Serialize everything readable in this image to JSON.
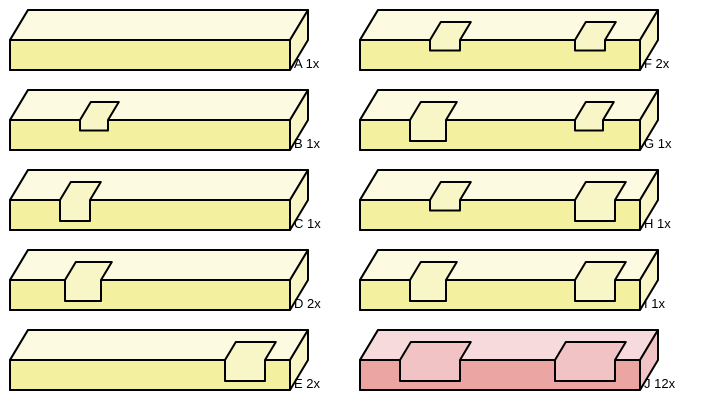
{
  "colors": {
    "yellow": {
      "top": "#fcfae0",
      "front": "#f3f0a0",
      "end": "#f8f6c6"
    },
    "red": {
      "top": "#f7dadc",
      "front": "#eba6a4",
      "end": "#f2c3c5"
    }
  },
  "pieces": [
    {
      "id": "A",
      "label": "A 1x",
      "notch": "none",
      "color": "yellow"
    },
    {
      "id": "B",
      "label": "B 1x",
      "notch": "top-small",
      "color": "yellow"
    },
    {
      "id": "C",
      "label": "C 1x",
      "notch": "top-deep",
      "color": "yellow"
    },
    {
      "id": "D",
      "label": "D 2x",
      "notch": "step-left",
      "color": "yellow"
    },
    {
      "id": "E",
      "label": "E 2x",
      "notch": "step-right",
      "color": "yellow"
    },
    {
      "id": "F",
      "label": "F 2x",
      "notch": "two-small",
      "color": "yellow"
    },
    {
      "id": "G",
      "label": "G 1x",
      "notch": "step-left-plus-small",
      "color": "yellow"
    },
    {
      "id": "H",
      "label": "H 1x",
      "notch": "small-plus-step-right",
      "color": "yellow"
    },
    {
      "id": "I",
      "label": "I 1x",
      "notch": "step-both",
      "color": "yellow"
    },
    {
      "id": "J",
      "label": "J 12x",
      "notch": "step-both-wide",
      "color": "red"
    }
  ]
}
